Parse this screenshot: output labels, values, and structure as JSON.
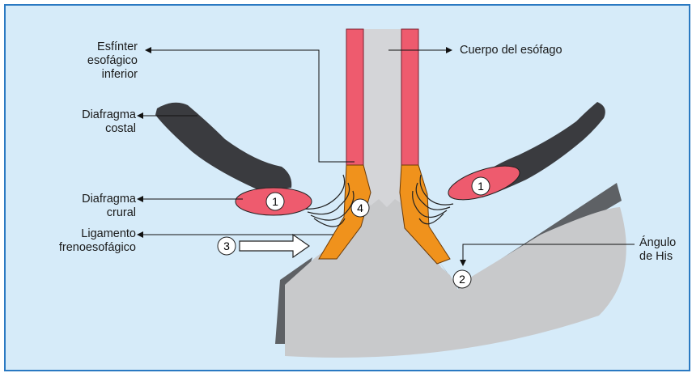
{
  "labels": {
    "sphincter": "Esfínter\nesofágico\ninferior",
    "costal": "Diafragma\ncostal",
    "crural": "Diafragma\ncrural",
    "ligament": "Ligamento\nfrenoesofágico",
    "body": "Cuerpo del esófago",
    "his": "Ángulo\nde His"
  },
  "markers": {
    "crural_left": "1",
    "crural_right": "1",
    "his_angle": "2",
    "ligament_arrow": "3",
    "junction": "4"
  },
  "colors": {
    "background": "#d6ebf9",
    "border": "#2a79c2",
    "sphincter": "#ee5b6e",
    "muscle_ring": "#f0921c",
    "esophagus": "#cccdd0",
    "stomach": "#c8c9cb",
    "stomach_wall": "#5c5f63",
    "diaphragm": "#3a3b3f"
  }
}
